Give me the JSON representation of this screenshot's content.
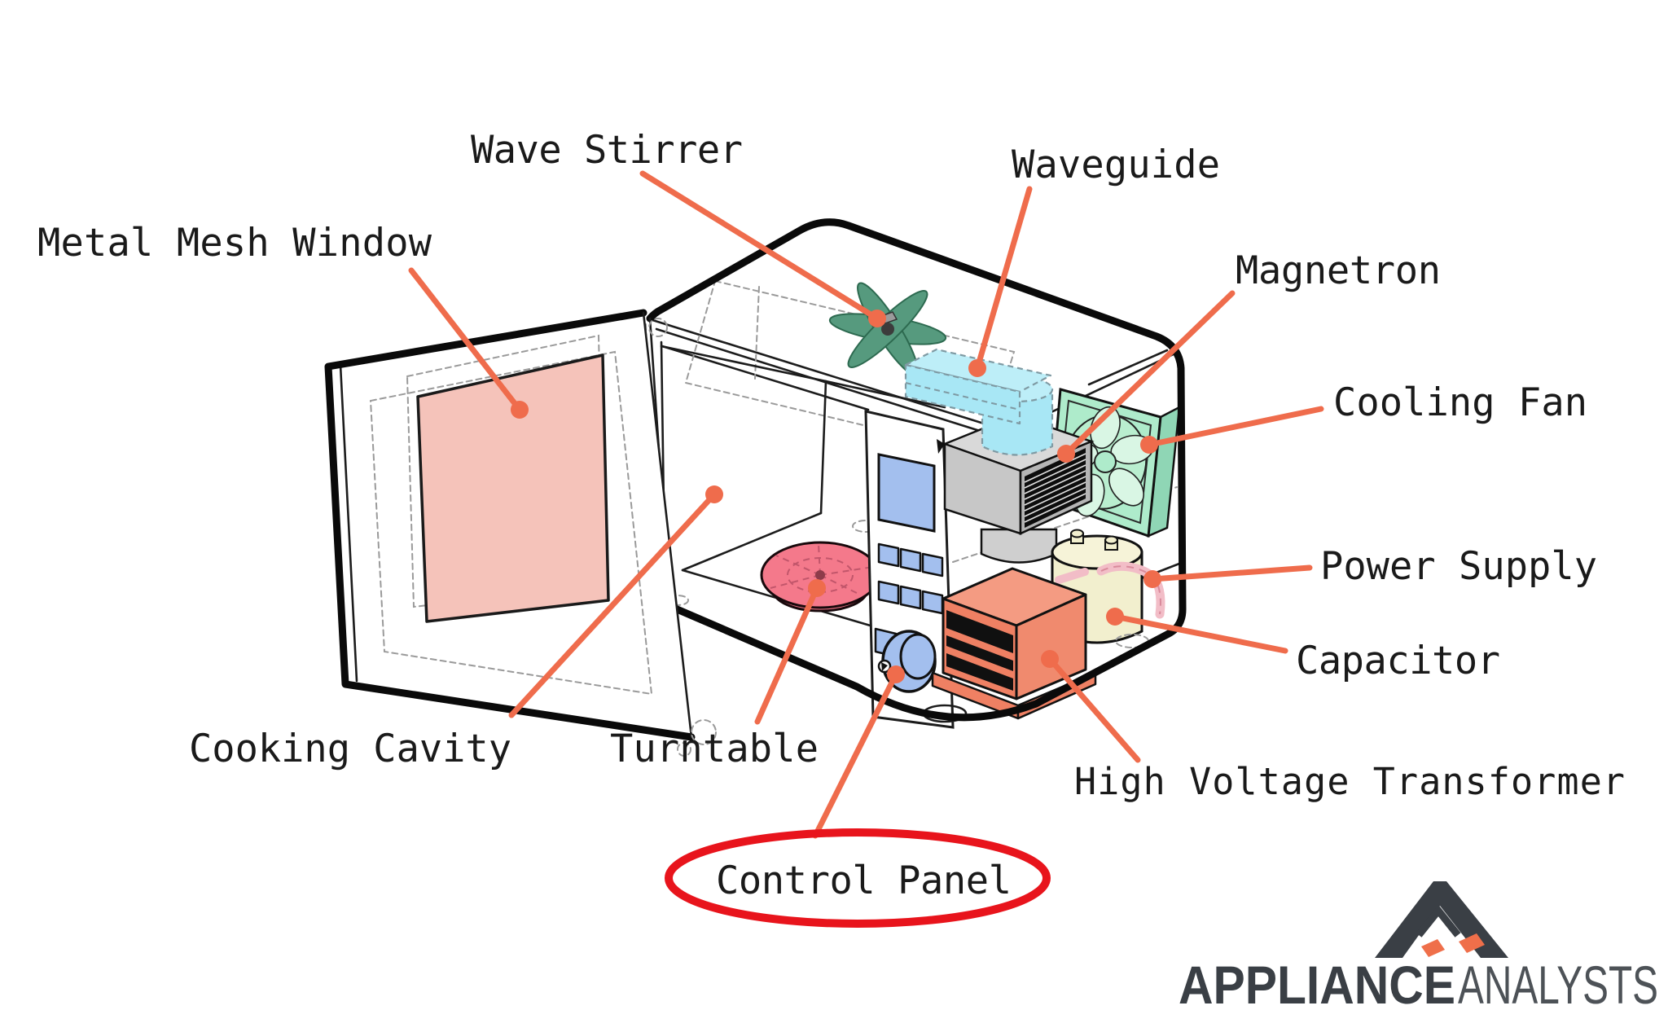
{
  "diagram": {
    "type": "labeled-cutaway-illustration",
    "subject": "Microwave oven components",
    "labels": {
      "wave_stirrer": "Wave Stirrer",
      "waveguide": "Waveguide",
      "metal_mesh_window": "Metal Mesh Window",
      "magnetron": "Magnetron",
      "cooling_fan": "Cooling Fan",
      "power_supply": "Power Supply",
      "capacitor": "Capacitor",
      "cooking_cavity": "Cooking Cavity",
      "turntable": "Turntable",
      "high_voltage_transformer": "High Voltage Transformer",
      "control_panel": "Control Panel"
    },
    "highlight": {
      "circled_label": "Control Panel",
      "circle_color": "#E8141C"
    },
    "colors": {
      "leader": "#EF6C4C",
      "outline": "#0A0A0A",
      "window_pink": "#F5C3BA",
      "turntable_pink": "#F4798B",
      "waveguide_cyan": "#A8E7F5",
      "cooling_fan_mint": "#AEEBCB",
      "stirrer_green": "#569A7E",
      "capacitor_cream": "#F2EFCE",
      "transformer_salmon": "#EF8063",
      "control_blue": "#A3BFEE",
      "cord_pink": "#F2BDC7",
      "magnetron_gray": "#C7C7C7"
    }
  },
  "logo": {
    "word1": "APPLIANCE",
    "word2": "ANALYSTS",
    "mark_color": "#3A3F45",
    "accent_color": "#EF6F4A"
  }
}
